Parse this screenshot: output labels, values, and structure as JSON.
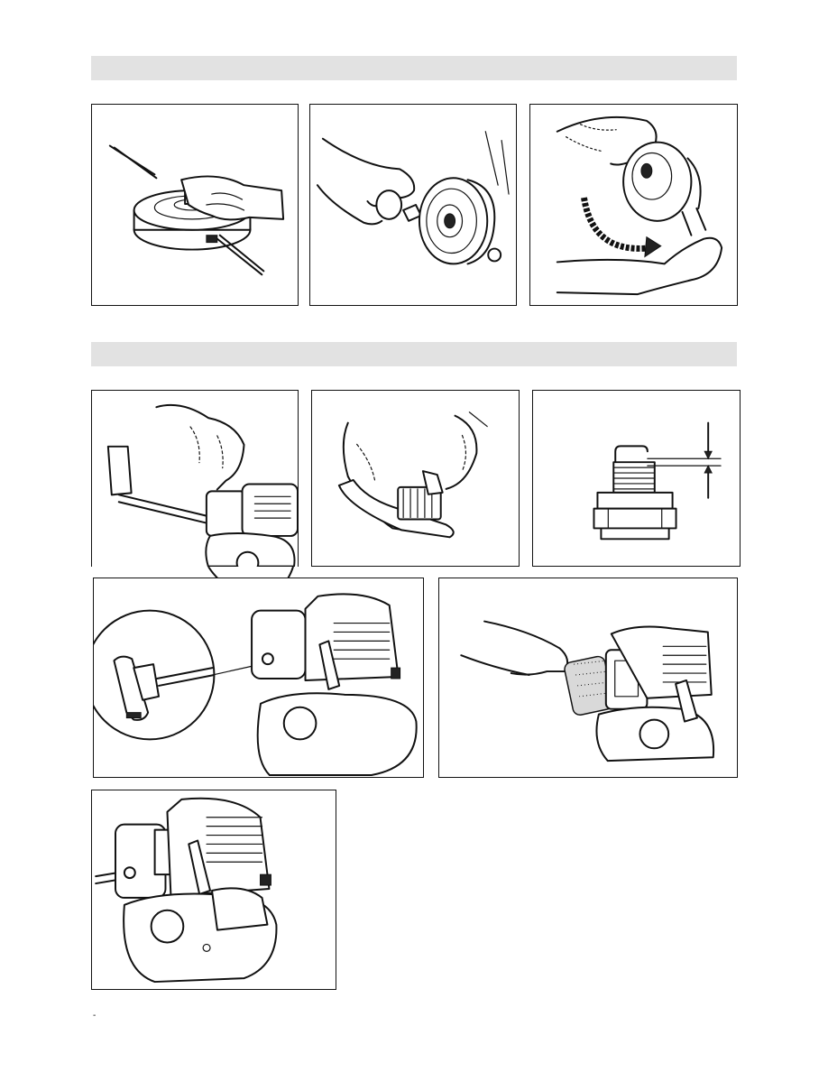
{
  "page": {
    "section_bands": [
      "",
      ""
    ],
    "page_mark": "-"
  },
  "figures": [
    {
      "id": "fig-1",
      "icon": "trimmer-head-icon"
    },
    {
      "id": "fig-2",
      "icon": "bolt-removal-icon"
    },
    {
      "id": "fig-3",
      "icon": "rotate-head-icon"
    },
    {
      "id": "fig-4",
      "icon": "spark-plug-cap-icon"
    },
    {
      "id": "fig-5",
      "icon": "brush-cleaning-icon"
    },
    {
      "id": "fig-6",
      "icon": "spark-plug-gap-icon"
    },
    {
      "id": "fig-7",
      "icon": "fuel-cap-detail-icon"
    },
    {
      "id": "fig-8",
      "icon": "air-filter-icon"
    },
    {
      "id": "fig-9",
      "icon": "engine-icon"
    }
  ],
  "colors": {
    "band": "#e2e2e2",
    "line": "#111111"
  }
}
